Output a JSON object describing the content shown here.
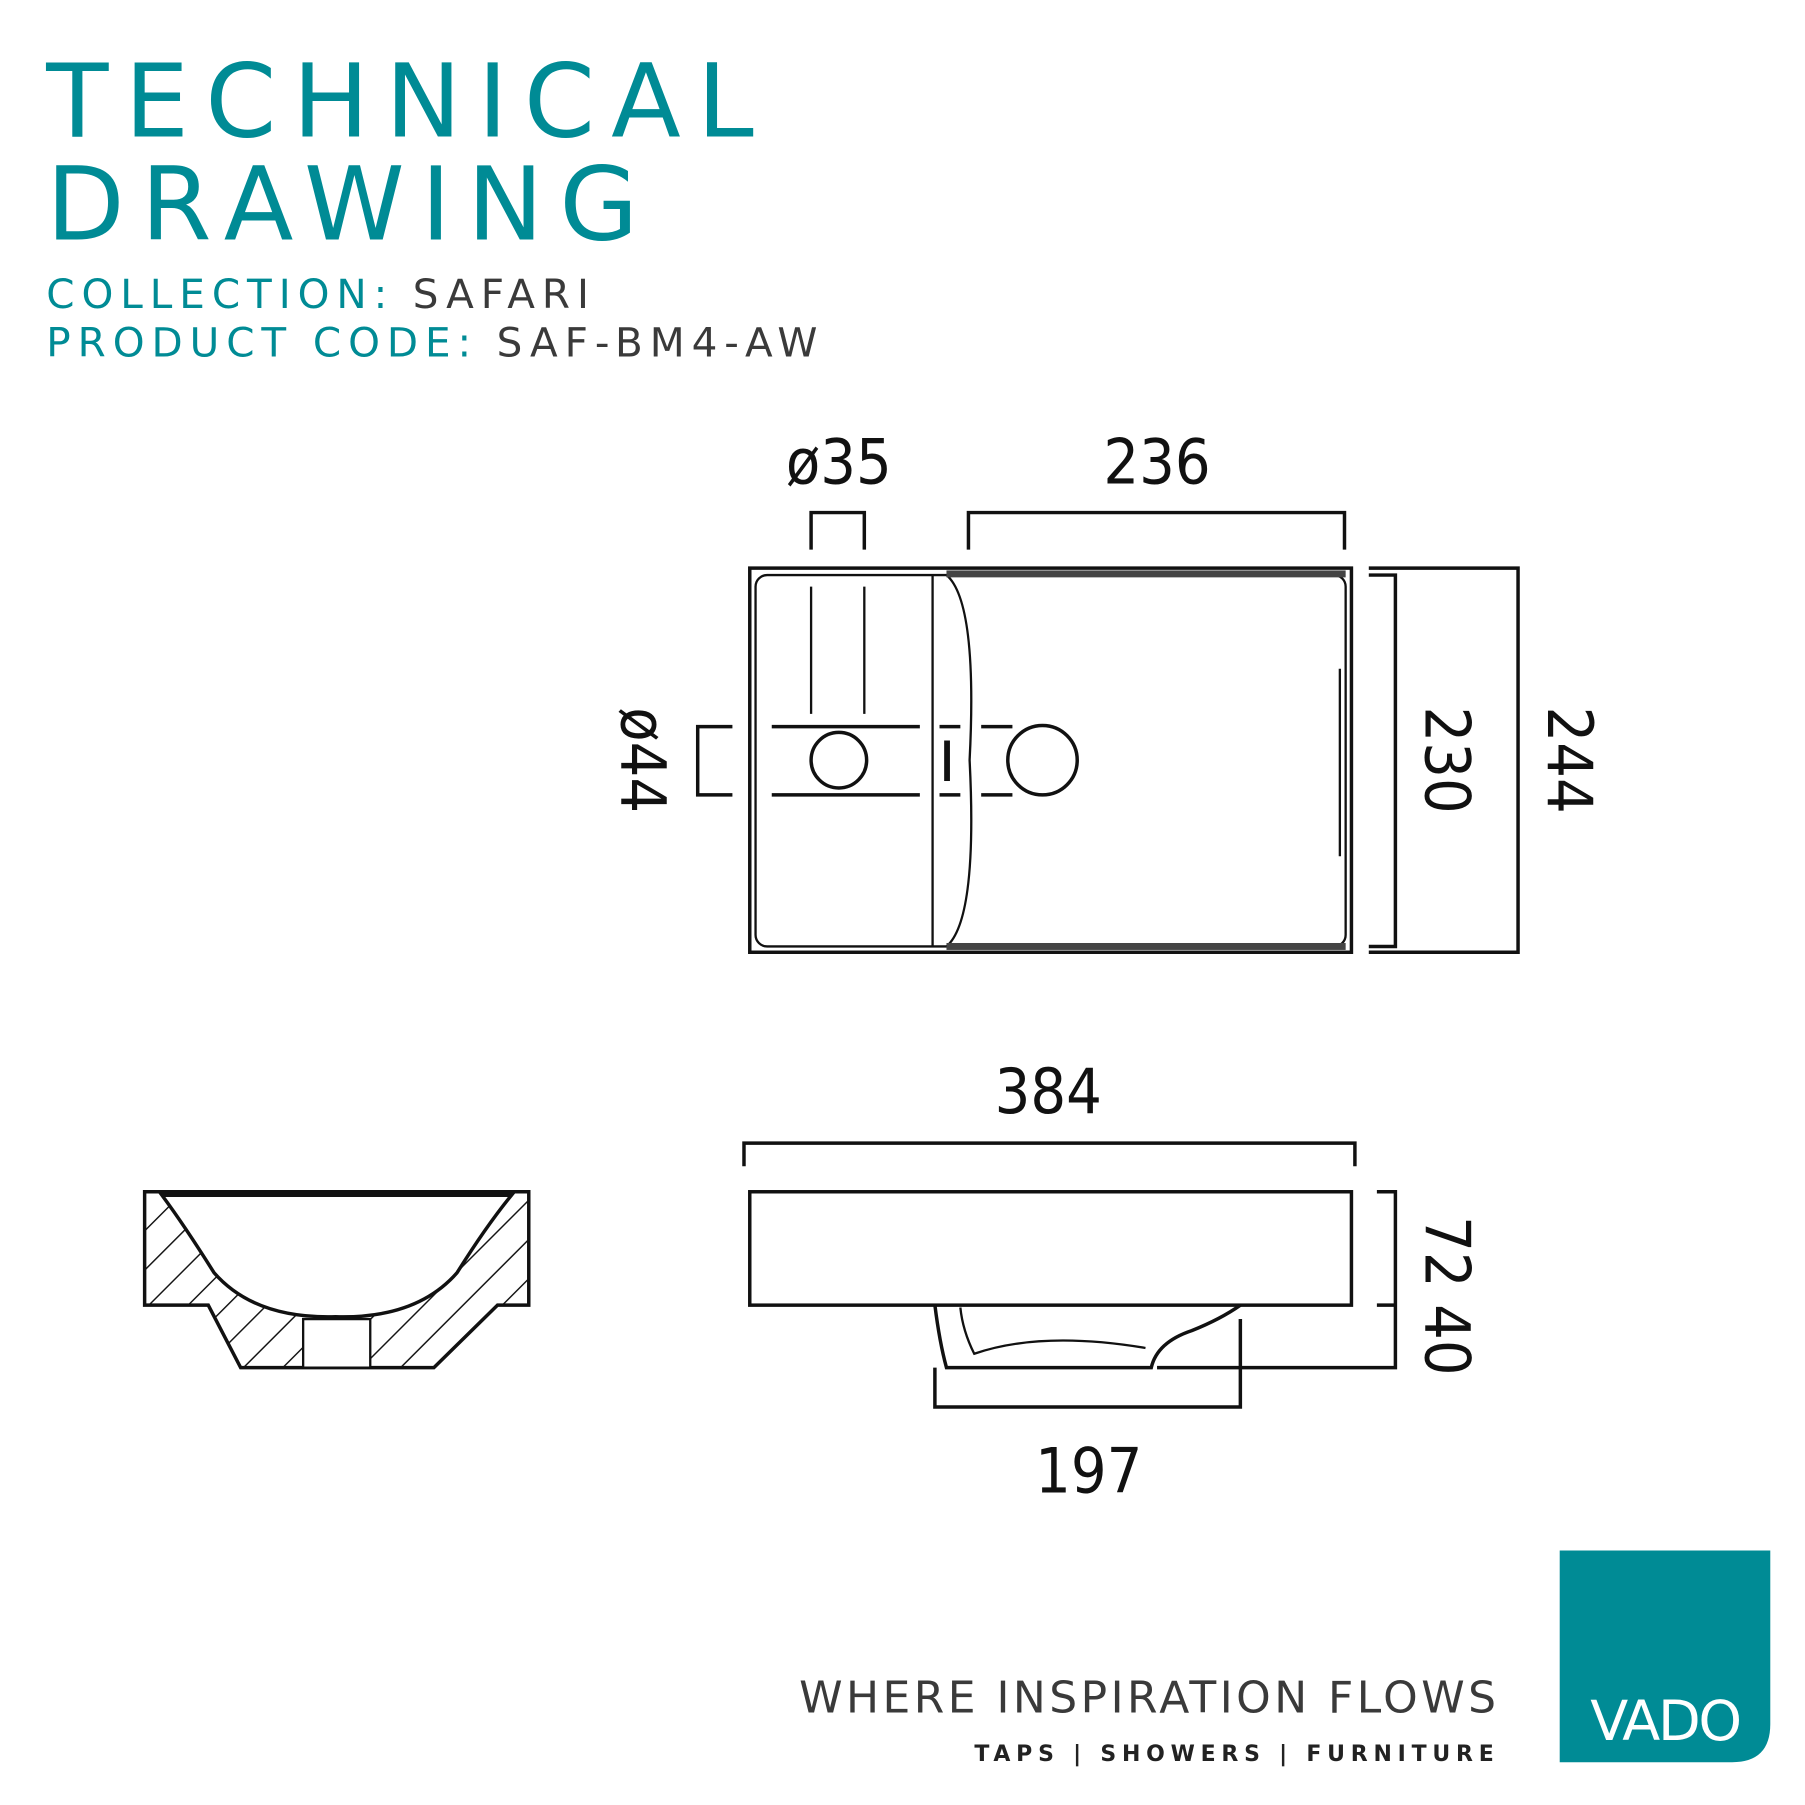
{
  "header": {
    "title_line1": "TECHNICAL",
    "title_line2": "DRAWING",
    "collection_label": "COLLECTION:",
    "collection_value": "SAFARI",
    "product_code_label": "PRODUCT CODE:",
    "product_code_value": "SAF-BM4-AW"
  },
  "top_view": {
    "tap_hole_dia": "ø35",
    "basin_width": "236",
    "waste_dia": "ø44",
    "inner_depth": "230",
    "outer_depth": "244"
  },
  "side_view": {
    "overall_width": "384",
    "top_height": "72",
    "bowl_height": "40",
    "bowl_width": "197"
  },
  "footer": {
    "tagline": "WHERE INSPIRATION FLOWS",
    "categories": "TAPS | SHOWERS | FURNITURE",
    "logo_text": "VADO"
  },
  "colors": {
    "brand": "#008b95",
    "text_dark": "#3a3a3a"
  }
}
